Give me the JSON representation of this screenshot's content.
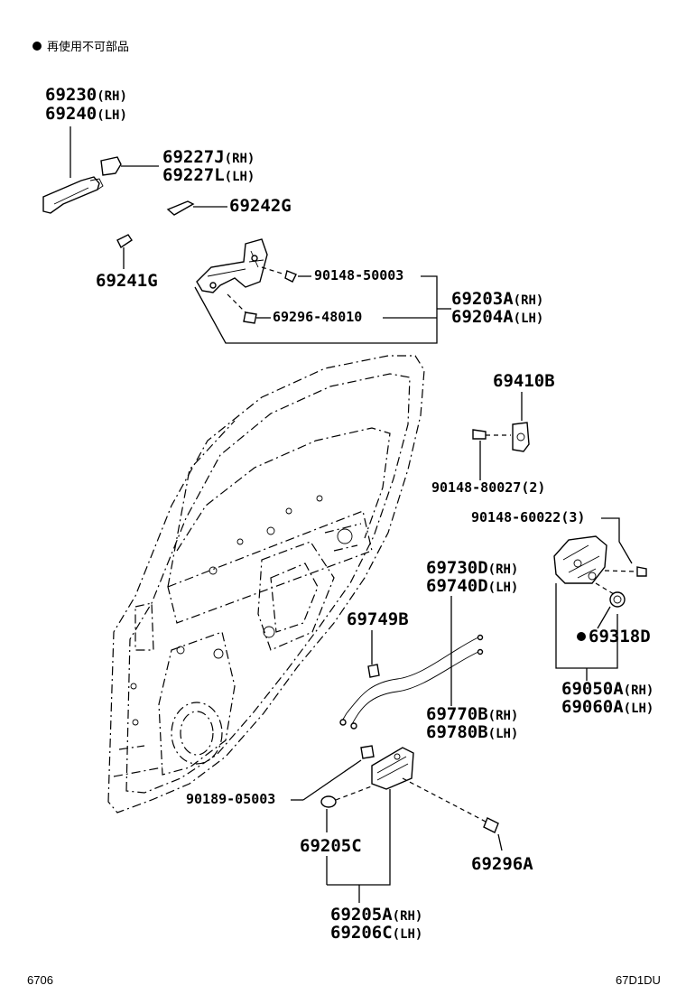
{
  "legend": {
    "icon": "black-dot",
    "text": "再使用不可部品"
  },
  "labels": {
    "p69230": "69230",
    "p69230_side": "(RH)",
    "p69240": "69240",
    "p69240_side": "(LH)",
    "p69227J": "69227J",
    "p69227J_side": "(RH)",
    "p69227L": "69227L",
    "p69227L_side": "(LH)",
    "p69242G": "69242G",
    "p69241G": "69241G",
    "p9014850003": "90148-50003",
    "p6929648010": "69296-48010",
    "p69203A": "69203A",
    "p69203A_side": "(RH)",
    "p69204A": "69204A",
    "p69204A_side": "(LH)",
    "p69410B": "69410B",
    "p9014880027": "90148-80027(2)",
    "p9014860022": "90148-60022(3)",
    "p69730D": "69730D",
    "p69730D_side": "(RH)",
    "p69740D": "69740D",
    "p69740D_side": "(LH)",
    "p69749B": "69749B",
    "p69318D": "69318D",
    "p69050A": "69050A",
    "p69050A_side": "(RH)",
    "p69060A": "69060A",
    "p69060A_side": "(LH)",
    "p69770B": "69770B",
    "p69770B_side": "(RH)",
    "p69780B": "69780B",
    "p69780B_side": "(LH)",
    "p9018905003": "90189-05003",
    "p69205C": "69205C",
    "p69296A": "69296A",
    "p69205A": "69205A",
    "p69205A_side": "(RH)",
    "p69206C": "69206C",
    "p69206C_side": "(LH)"
  },
  "footer": {
    "left": "6706",
    "right": "67D1DU"
  }
}
